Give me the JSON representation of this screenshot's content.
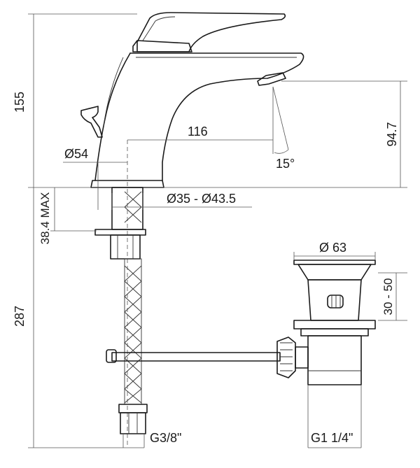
{
  "dimensions": {
    "height_top": "155",
    "height_bottom": "287",
    "spout_reach": "116",
    "base_diameter": "Ø54",
    "spout_height": "94.7",
    "spray_angle": "15°",
    "hole_diameter": "Ø35 - Ø43.5",
    "deck_thickness": "38.4 MAX",
    "drain_diameter": "Ø 63",
    "drain_range": "30 - 50",
    "supply_thread": "G3/8\"",
    "drain_thread": "G1 1/4\""
  }
}
